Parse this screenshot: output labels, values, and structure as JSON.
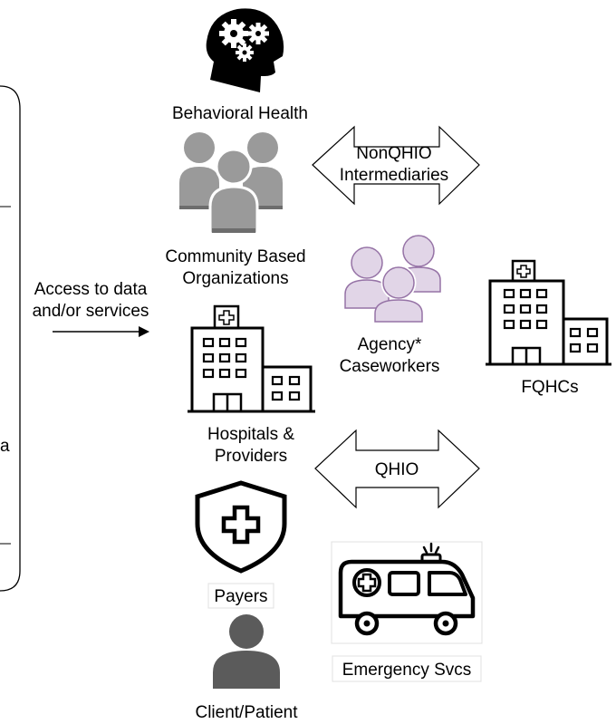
{
  "labels": {
    "behavioral_health": "Behavioral Health",
    "nonqhio_line1": "NonQHIO",
    "nonqhio_line2": "Intermediaries",
    "cbo_line1": "Community Based",
    "cbo_line2": "Organizations",
    "access_line1": "Access to data",
    "access_line2": "and/or services",
    "agency_line1": "Agency*",
    "agency_line2": "Caseworkers",
    "fqhcs": "FQHCs",
    "hospitals_line1": "Hospitals &",
    "hospitals_line2": "Providers",
    "qhio": "QHIO",
    "payers": "Payers",
    "emergency": "Emergency Svcs",
    "client": "Client/Patient",
    "cut_off_char": "a"
  },
  "icons": {
    "behavioral_health": "head-with-gears-icon",
    "cbo": "people-group-icon",
    "agency": "caseworkers-group-icon",
    "fqhc": "hospital-building-icon",
    "hospital": "hospital-building-icon",
    "payer": "shield-plus-icon",
    "emergency": "ambulance-icon",
    "client": "person-icon"
  },
  "colors": {
    "gray_people": "#9a9a9a",
    "gray_people_dark": "#6d6d6d",
    "purple_fill": "#e1d5e7",
    "purple_stroke": "#9673a6",
    "person": "#5b5b5b",
    "line": "#000000"
  }
}
